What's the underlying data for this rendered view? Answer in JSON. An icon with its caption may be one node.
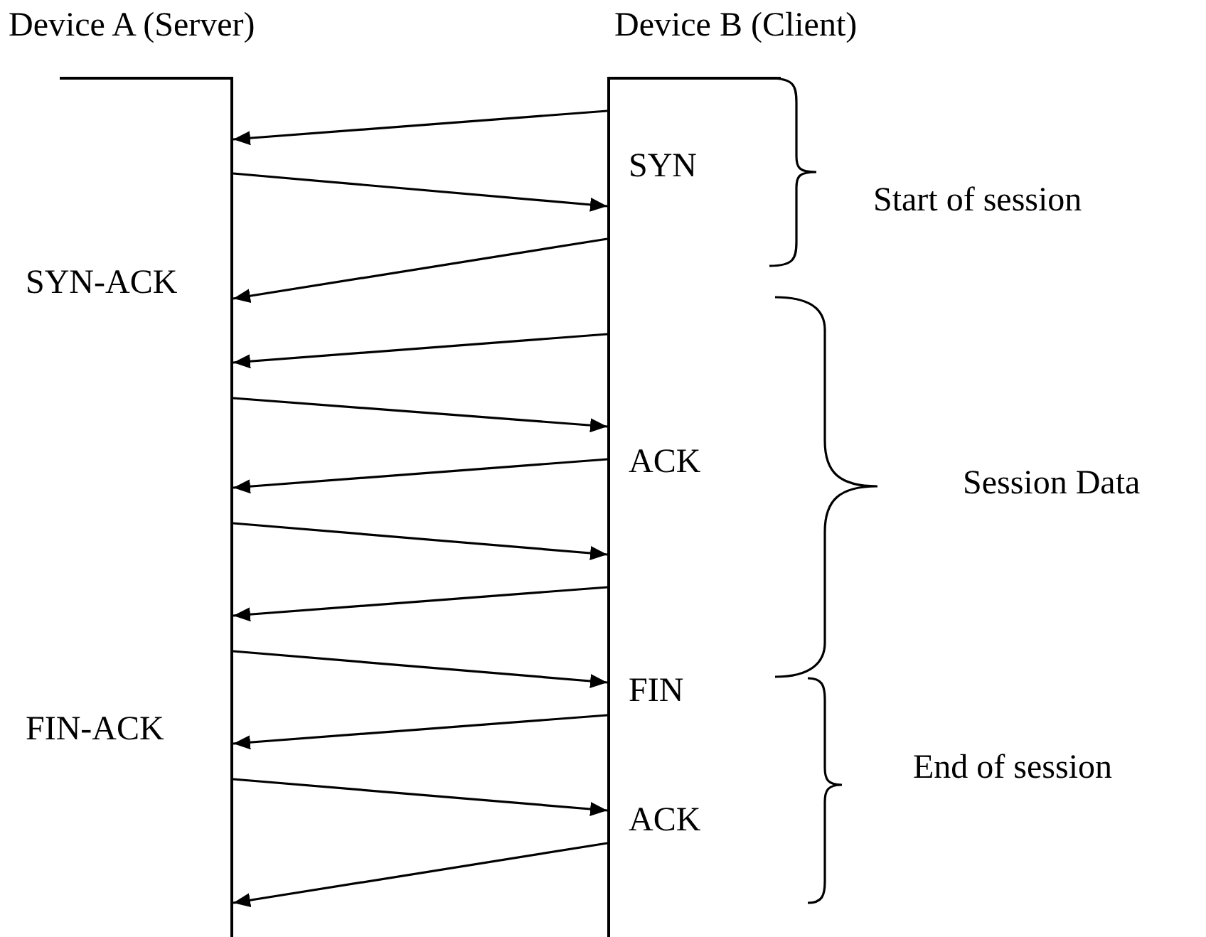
{
  "diagram": {
    "nodes": [
      {
        "text": [
          "Device A (Server)"
        ]
      },
      {
        "text": [
          "Device B (Client)"
        ]
      }
    ],
    "edges": [
      {
        "from": 1,
        "to": 0,
        "arrow": "to"
      },
      {
        "from": 0,
        "to": 1,
        "arrow": "to"
      },
      {
        "from": 1,
        "to": 0,
        "arrow": "to"
      },
      {
        "from": 1,
        "to": 0,
        "arrow": "to"
      },
      {
        "from": 0,
        "to": 1,
        "arrow": "to"
      },
      {
        "from": 1,
        "to": 0,
        "arrow": "to"
      },
      {
        "from": 0,
        "to": 1,
        "arrow": "to"
      },
      {
        "from": 1,
        "to": 0,
        "arrow": "to"
      },
      {
        "from": 0,
        "to": 1,
        "arrow": "to"
      },
      {
        "from": 1,
        "to": 0,
        "arrow": "to"
      },
      {
        "from": 0,
        "to": 1,
        "arrow": "to"
      },
      {
        "from": 1,
        "to": 0,
        "arrow": "to"
      }
    ],
    "labels": [
      "SYN",
      "Start of session",
      "SYN-ACK",
      "ACK",
      "Session Data",
      "FIN",
      "FIN-ACK",
      "End of session",
      "ACK"
    ]
  }
}
